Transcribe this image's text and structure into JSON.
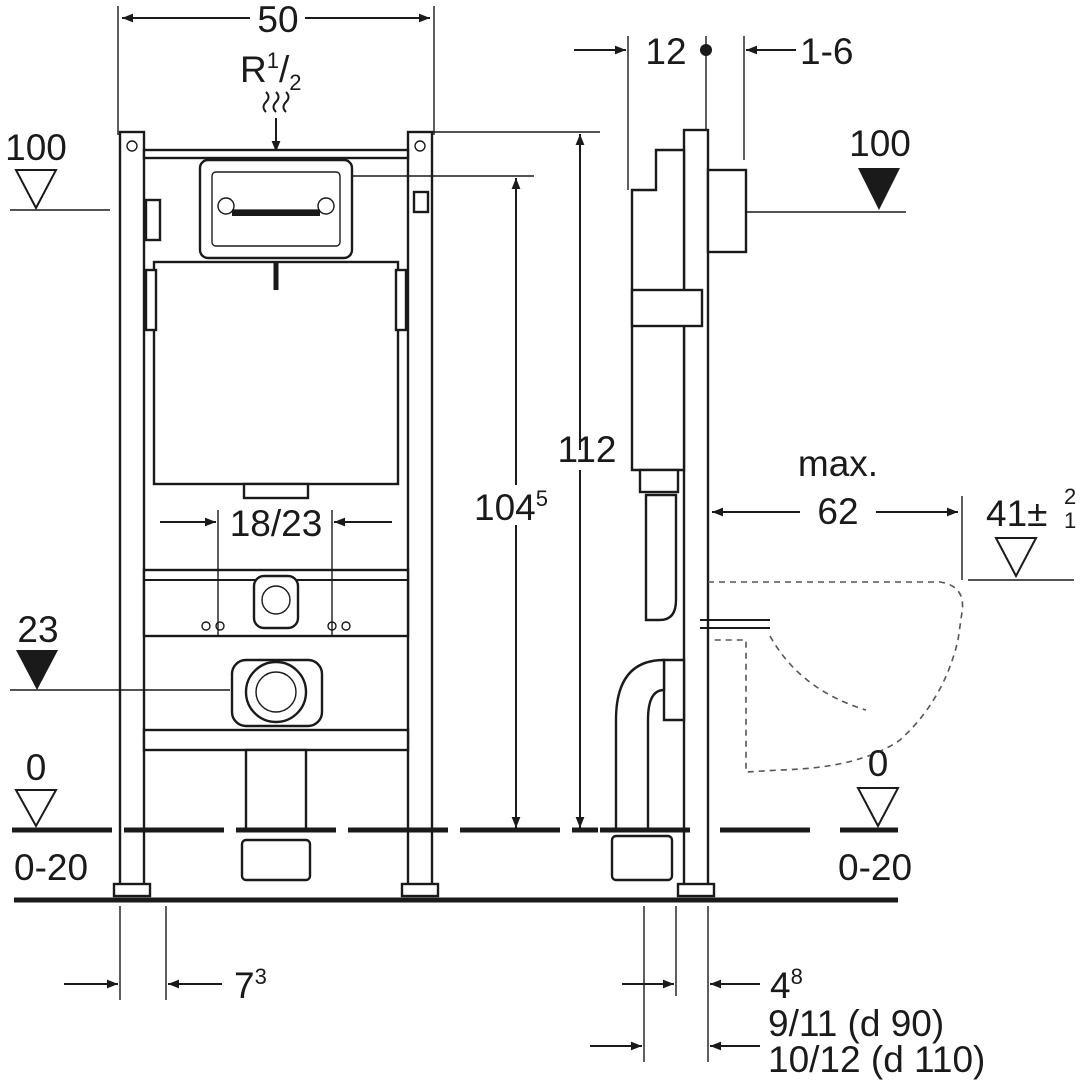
{
  "front_view": {
    "width": "50",
    "supply": {
      "base": "R",
      "sup": "1",
      "sub": "2"
    },
    "level_100": "100",
    "level_23": "23",
    "level_0": "0",
    "floor_range": "0-20",
    "flush_spacing": "18/23",
    "foot_dim": {
      "base": "7",
      "sup": "3"
    }
  },
  "height_dims": {
    "overall": "112",
    "inner": {
      "base": "104",
      "sup": "5"
    }
  },
  "side_view": {
    "depth": "12",
    "wall_range": "1-6",
    "level_100": "100",
    "max_label": "max.",
    "max_value": "62",
    "bowl_height": {
      "base": "41",
      "sup": "2",
      "sub": "1",
      "pm": "±"
    },
    "level_0": "0",
    "floor_range": "0-20",
    "foot_dim": {
      "base": "4",
      "sup": "8"
    },
    "drain_90": "9/11 (d 90)",
    "drain_110": "10/12 (d 110)"
  }
}
